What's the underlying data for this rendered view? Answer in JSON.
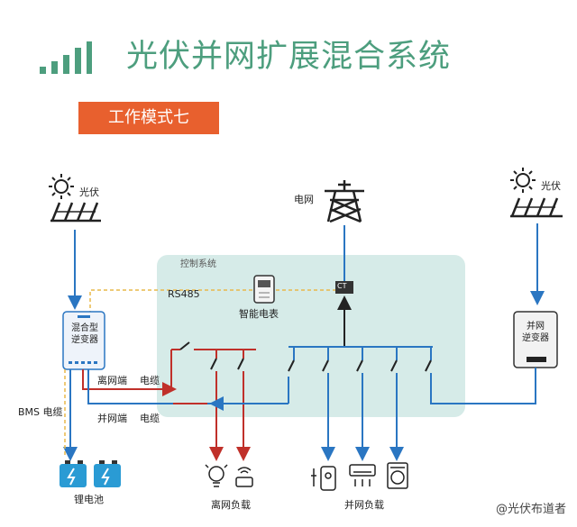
{
  "header": {
    "title": "光伏并网扩展混合系统",
    "mode_badge": "工作模式七"
  },
  "labels": {
    "pv_left": "光伏",
    "pv_right": "光伏",
    "grid": "电网",
    "control_system": "控制系统",
    "rs485": "RS485",
    "smart_meter": "智能电表",
    "ct": "CT",
    "hybrid_inverter": [
      "混合型",
      "逆变器"
    ],
    "grid_inverter": [
      "并网",
      "逆变器"
    ],
    "offgrid_port": "离网端",
    "offgrid_cable": "电缆",
    "ongrid_port": "并网端",
    "ongrid_cable": "电缆",
    "bms_cable": "BMS 电缆",
    "battery": "锂电池",
    "offgrid_load": "离网负载",
    "ongrid_load": "并网负载"
  },
  "watermark": "@光伏布道者",
  "colors": {
    "title": "#4d9e7e",
    "badge": "#e8602e",
    "control_box": "#cfe8e4",
    "blue_line": "#2a76c2",
    "red_line": "#c0302a",
    "dashed_line": "#e8b84a",
    "battery": "#2a9bd4"
  }
}
